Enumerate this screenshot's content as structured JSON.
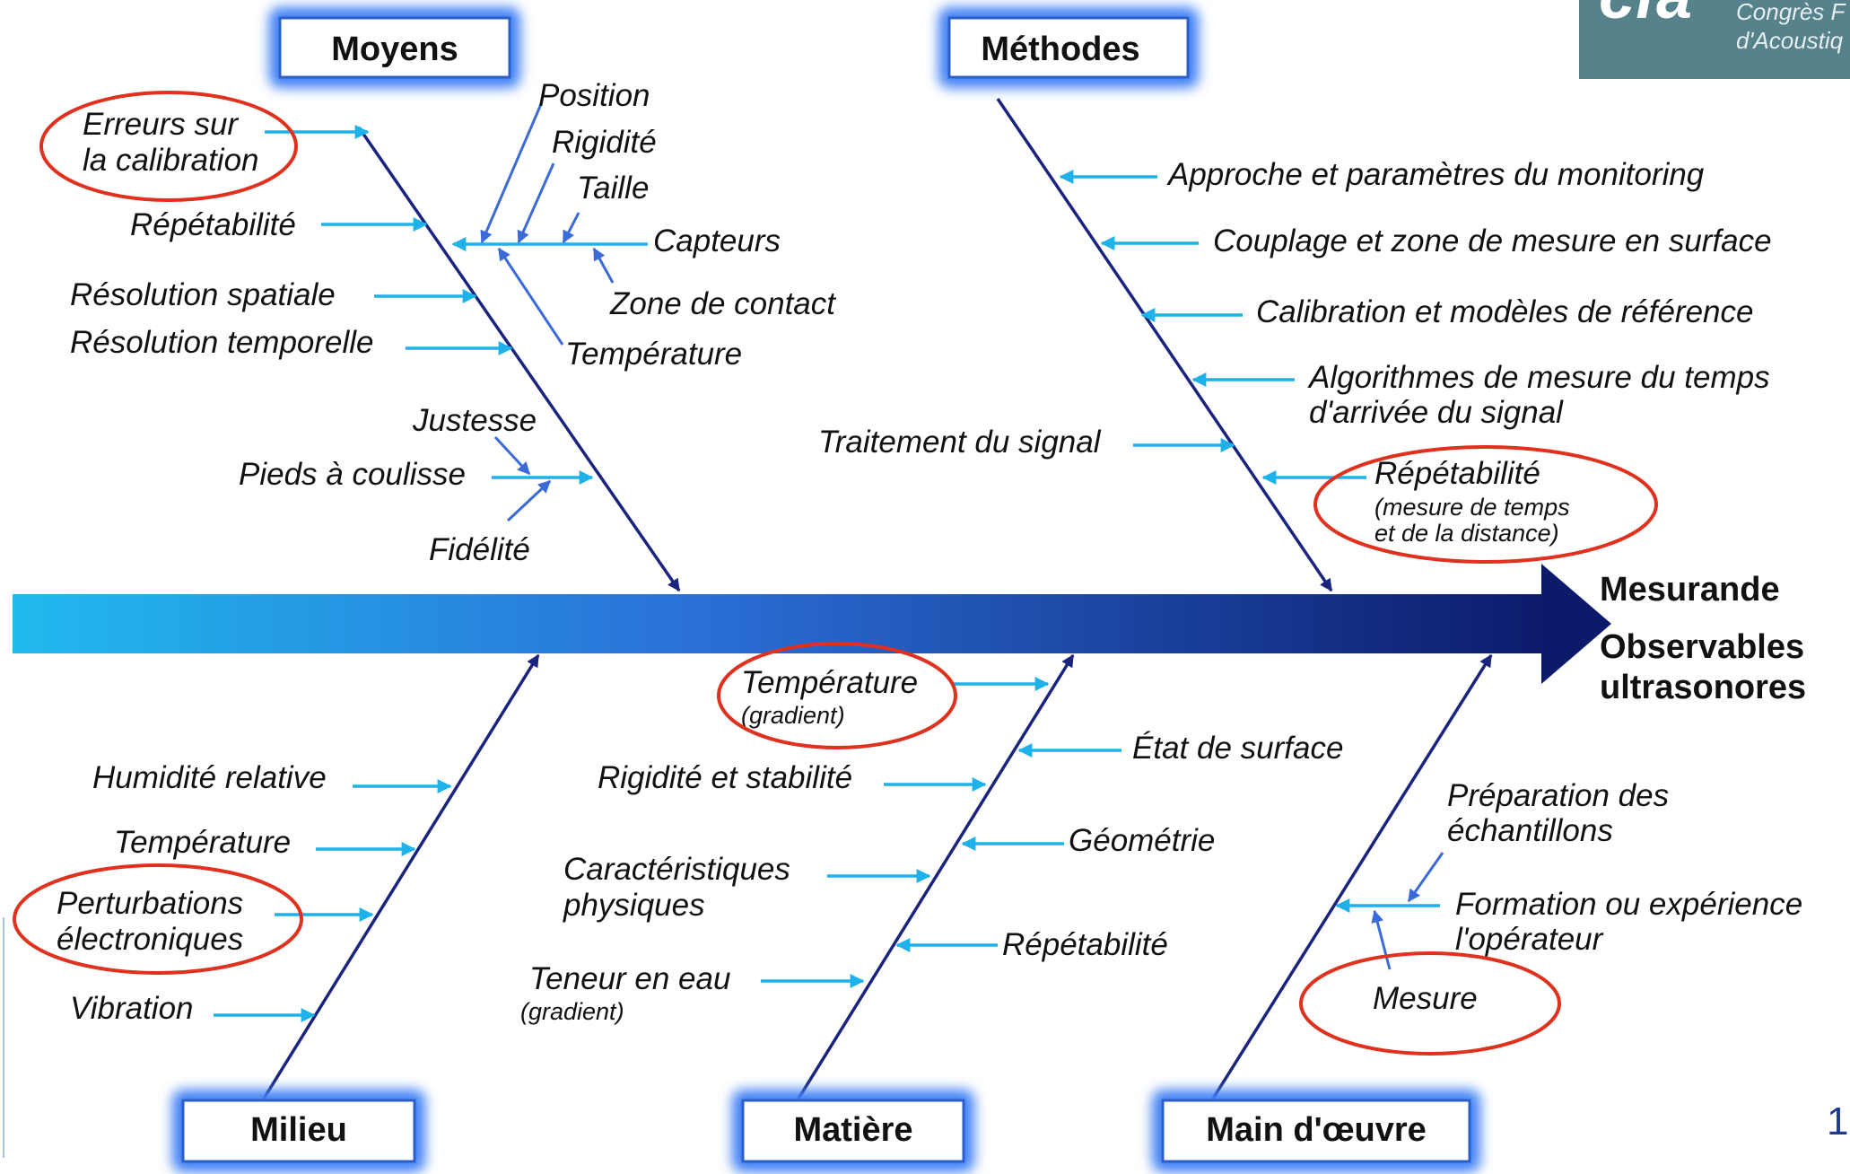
{
  "logo": {
    "text": "cfa",
    "line1": "Congrès F",
    "line2": "d'Acoustiq"
  },
  "page_number": "1",
  "effect": {
    "line1": "Mesurande",
    "line2": "Observables",
    "line3": "ultrasonores"
  },
  "colors": {
    "spine_start": "#21b9ee",
    "spine_end": "#0c1a6b",
    "bone": "#1a237e",
    "sub_arrow": "#1fb2ea",
    "minor_arrow": "#3c6ad8",
    "highlight_ellipse": "#e0301e",
    "category_glow": "#3f80f5",
    "logo_bg": "#56828c"
  },
  "categories": {
    "moyens": {
      "title": "Moyens",
      "causes": {
        "erreurs_l1": "Erreurs sur",
        "erreurs_l2": "la calibration",
        "repetabilite": "Répétabilité",
        "resolution_spatiale": "Résolution spatiale",
        "resolution_temporelle": "Résolution temporelle",
        "capteurs": "Capteurs",
        "position": "Position",
        "rigidite": "Rigidité",
        "taille": "Taille",
        "zone_contact": "Zone de contact",
        "temperature": "Température",
        "pieds": "Pieds à coulisse",
        "justesse": "Justesse",
        "fidelite": "Fidélité"
      }
    },
    "methodes": {
      "title": "Méthodes",
      "causes": {
        "approche": "Approche et paramètres du monitoring",
        "couplage": "Couplage et zone de mesure en surface",
        "calibration": "Calibration et modèles de référence",
        "algorithmes_l1": "Algorithmes de mesure du temps",
        "algorithmes_l2": "d'arrivée du signal",
        "traitement": "Traitement du signal",
        "repetabilite": "Répétabilité",
        "repetabilite_sub_l1": "(mesure de temps",
        "repetabilite_sub_l2": "et de la distance)"
      }
    },
    "milieu": {
      "title": "Milieu",
      "causes": {
        "humidite": "Humidité relative",
        "temperature": "Température",
        "perturbations_l1": "Perturbations",
        "perturbations_l2": "électroniques",
        "vibration": "Vibration"
      }
    },
    "matiere": {
      "title": "Matière",
      "causes": {
        "temperature": "Température",
        "temperature_sub": "(gradient)",
        "rigidite": "Rigidité et stabilité",
        "caracteristiques_l1": "Caractéristiques",
        "caracteristiques_l2": "physiques",
        "teneur": "Teneur en eau",
        "teneur_sub": "(gradient)",
        "etat_surface": "État de surface",
        "geometrie": "Géométrie",
        "repetabilite": "Répétabilité"
      }
    },
    "main_oeuvre": {
      "title": "Main d'œuvre",
      "causes": {
        "preparation_l1": "Préparation des",
        "preparation_l2": "échantillons",
        "formation_l1": "Formation ou expérience",
        "formation_l2": "l'opérateur",
        "mesure": "Mesure"
      }
    }
  }
}
